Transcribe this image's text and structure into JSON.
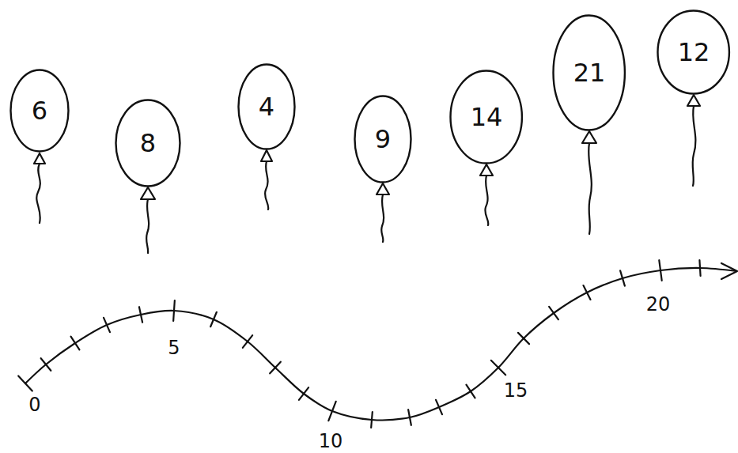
{
  "diagram": {
    "nodes": [
      {
        "text": [
          "6"
        ]
      },
      {
        "text": [
          "8"
        ]
      },
      {
        "text": [
          "4"
        ]
      },
      {
        "text": [
          "9"
        ]
      },
      {
        "text": [
          "14"
        ]
      },
      {
        "text": [
          "21"
        ]
      },
      {
        "text": [
          "12"
        ]
      }
    ],
    "labels": [
      "0",
      "5",
      "10",
      "15",
      "20"
    ]
  }
}
